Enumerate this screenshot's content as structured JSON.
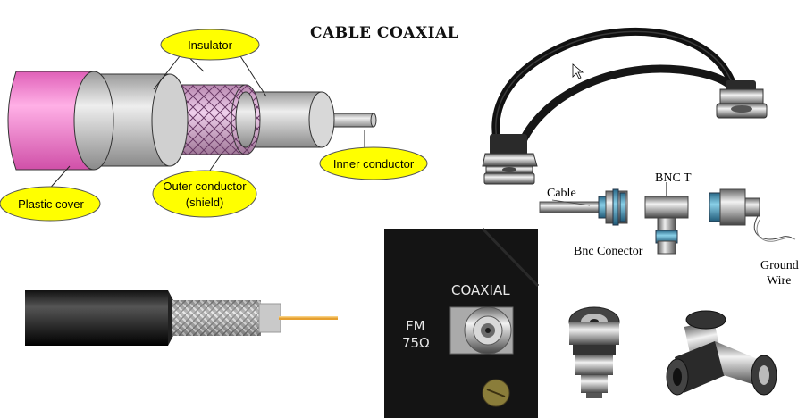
{
  "title": "CABLE COAXIAL",
  "cross_section": {
    "callouts": {
      "insulator": "Insulator",
      "inner_conductor": "Inner conductor",
      "plastic_cover": "Plastic cover",
      "outer_conductor": "Outer conductor",
      "outer_conductor_sub": "(shield)"
    },
    "callout_color": "#ffff00",
    "cover_color": "#f07cc8"
  },
  "bnc_diagram": {
    "labels": {
      "cable": "Cable",
      "bnc_t": "BNC T",
      "bnc_connector": "Bnc Conector",
      "ground": "Ground",
      "wire": "Wire"
    }
  },
  "panel": {
    "coaxial": "COAXIAL",
    "fm": "FM",
    "impedance": "75Ω"
  }
}
